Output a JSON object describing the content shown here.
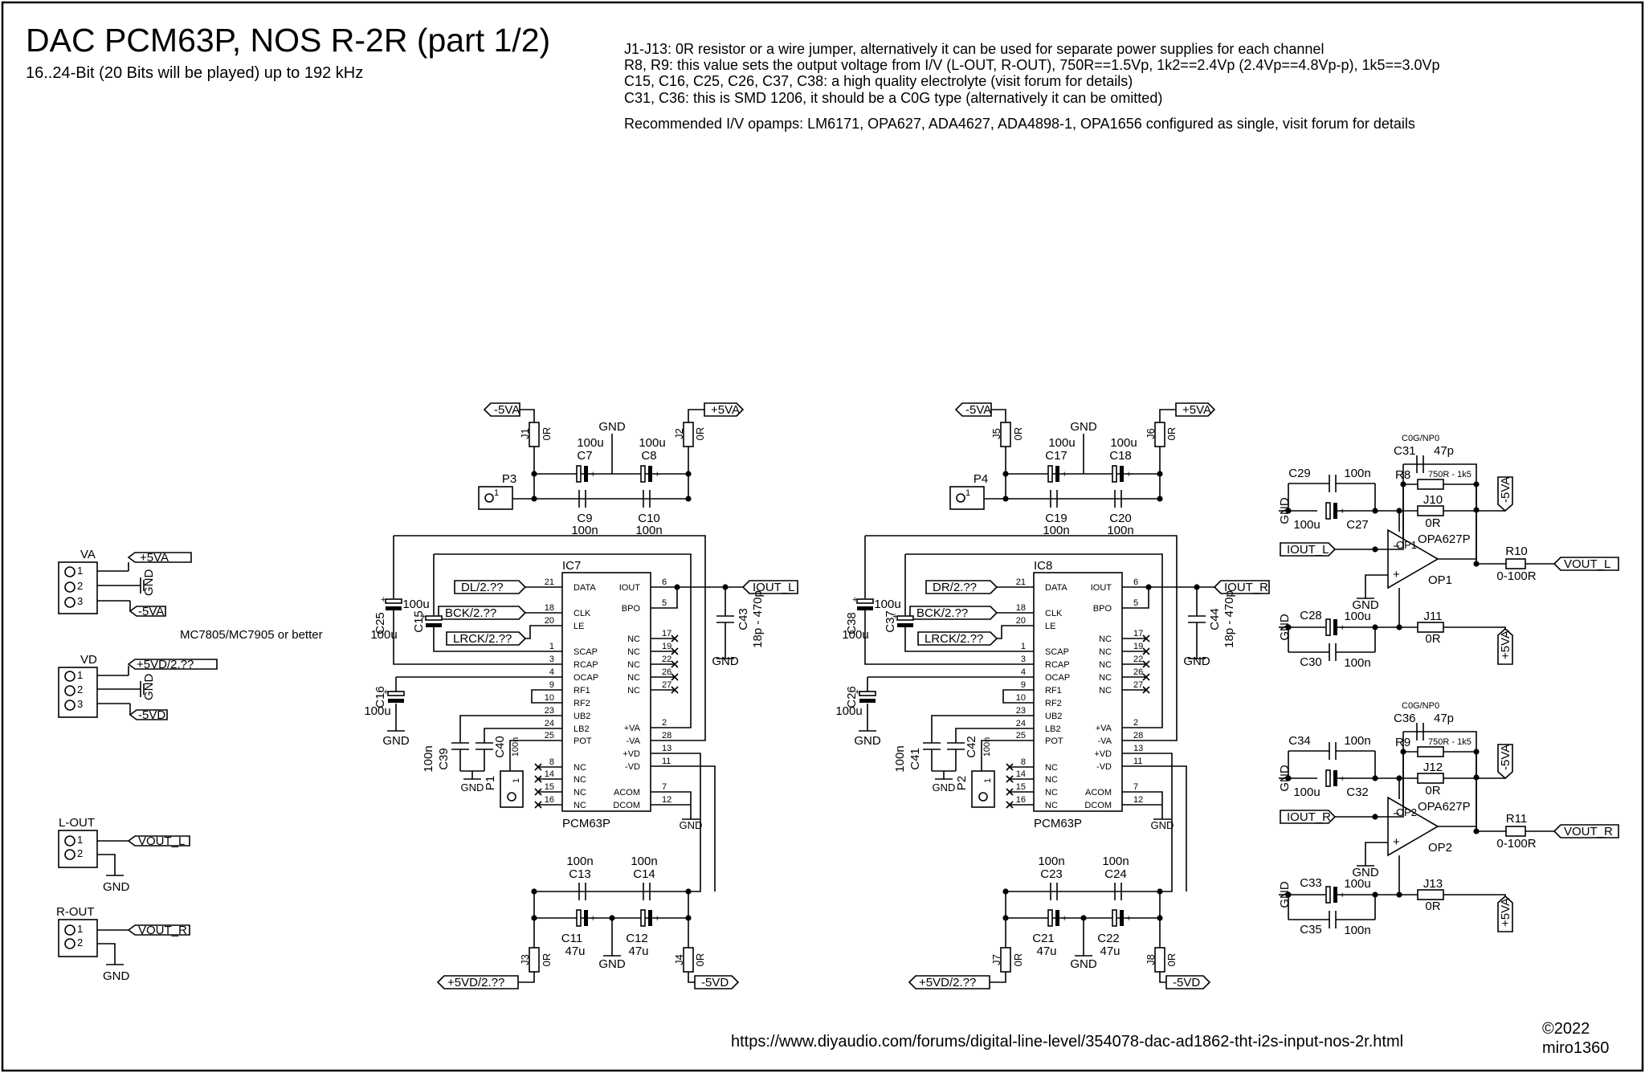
{
  "header": {
    "title": "DAC PCM63P, NOS R-2R (part 1/2)",
    "subtitle": "16..24-Bit (20 Bits will be played) up to 192 kHz",
    "notes": [
      "J1-J13: 0R resistor or a wire jumper, alternatively it can be used for separate power supplies for each channel",
      "R8, R9: this value sets the output voltage from I/V (L-OUT, R-OUT), 750R==1.5Vp, 1k2==2.4Vp (2.4Vp==4.8Vp-p), 1k5==3.0Vp",
      "C15, C16, C25, C26, C37, C38: a high quality electrolyte (visit forum for details)",
      "C31, C36: this is SMD 1206, it should be a C0G type (alternatively it can be omitted)",
      "Recommended I/V opamps: LM6171, OPA627, ADA4627, ADA4898-1, OPA1656 configured as single, visit forum for details"
    ]
  },
  "footer": {
    "url": "https://www.diyaudio.com/forums/digital-line-level/354078-dac-ad1862-tht-i2s-input-nos-2r.html",
    "copyright": "©2022",
    "author": "miro1360"
  },
  "connectors": {
    "va": {
      "name": "VA",
      "pins": [
        "1",
        "2",
        "3"
      ],
      "nets": [
        "+5VA",
        "GND",
        "-5VA"
      ]
    },
    "vd": {
      "name": "VD",
      "pins": [
        "1",
        "2",
        "3"
      ],
      "nets": [
        "+5VD/2.??",
        "GND",
        "-5VD"
      ]
    },
    "regulator_note": "MC7805/MC7905 or better",
    "lout": {
      "name": "L-OUT",
      "pins": [
        "1",
        "2"
      ],
      "net": "VOUT_L",
      "gnd": "GND"
    },
    "rout": {
      "name": "R-OUT",
      "pins": [
        "1",
        "2"
      ],
      "net": "VOUT_R",
      "gnd": "GND"
    }
  },
  "dac_left": {
    "ic": "IC7",
    "part": "PCM63P",
    "pins_left": [
      {
        "num": "21",
        "name": "DATA"
      },
      {
        "num": "18",
        "name": "CLK"
      },
      {
        "num": "20",
        "name": "LE"
      },
      {
        "num": "1",
        "name": "SCAP"
      },
      {
        "num": "3",
        "name": "RCAP"
      },
      {
        "num": "4",
        "name": "OCAP"
      },
      {
        "num": "9",
        "name": "RF1"
      },
      {
        "num": "10",
        "name": "RF2"
      },
      {
        "num": "23",
        "name": "UB2"
      },
      {
        "num": "24",
        "name": "LB2"
      },
      {
        "num": "25",
        "name": "POT"
      },
      {
        "num": "8",
        "name": "NC"
      },
      {
        "num": "14",
        "name": "NC"
      },
      {
        "num": "15",
        "name": "NC"
      },
      {
        "num": "16",
        "name": "NC"
      }
    ],
    "pins_right": [
      {
        "num": "6",
        "name": "IOUT"
      },
      {
        "num": "5",
        "name": "BPO"
      },
      {
        "num": "17",
        "name": "NC"
      },
      {
        "num": "19",
        "name": "NC"
      },
      {
        "num": "22",
        "name": "NC"
      },
      {
        "num": "26",
        "name": "NC"
      },
      {
        "num": "27",
        "name": "NC"
      },
      {
        "num": "2",
        "name": "+VA"
      },
      {
        "num": "28",
        "name": "-VA"
      },
      {
        "num": "13",
        "name": "+VD"
      },
      {
        "num": "11",
        "name": "-VD"
      },
      {
        "num": "7",
        "name": "ACOM"
      },
      {
        "num": "12",
        "name": "DCOM"
      }
    ],
    "inputs": [
      "DL/2.??",
      "BCK/2.??",
      "LRCK/2.??"
    ],
    "output": "IOUT_L",
    "rails": {
      "neg": "-5VA",
      "pos": "+5VA",
      "vd_pos": "+5VD/2.??",
      "vd_neg": "-5VD"
    },
    "parts": {
      "j_a": {
        "ref": "J1",
        "val": "0R"
      },
      "j_b": {
        "ref": "J2",
        "val": "0R"
      },
      "j_c": {
        "ref": "J3",
        "val": "0R"
      },
      "j_d": {
        "ref": "J4",
        "val": "0R"
      },
      "ce1": {
        "ref": "C7",
        "val": "100u"
      },
      "ce2": {
        "ref": "C8",
        "val": "100u"
      },
      "cc1": {
        "ref": "C9",
        "val": "100n"
      },
      "cc2": {
        "ref": "C10",
        "val": "100n"
      },
      "p_top": "P3",
      "p_bot": "P1",
      "c_side1": {
        "ref": "C25",
        "val": "100u"
      },
      "c_side2": {
        "ref": "C15",
        "val": "100u"
      },
      "c_side3": {
        "ref": "C16",
        "val": "100u"
      },
      "c_lb1": {
        "ref": "C39",
        "val": "100n"
      },
      "c_lb2": {
        "ref": "C40",
        "val": "100n"
      },
      "c_out": {
        "ref": "C43",
        "val": "18p - 470p"
      },
      "cd1": {
        "ref": "C13",
        "val": "100n"
      },
      "cd2": {
        "ref": "C14",
        "val": "100n"
      },
      "cde1": {
        "ref": "C11",
        "val": "47u"
      },
      "cde2": {
        "ref": "C12",
        "val": "47u"
      }
    }
  },
  "dac_right": {
    "ic": "IC8",
    "part": "PCM63P",
    "inputs": [
      "DR/2.??",
      "BCK/2.??",
      "LRCK/2.??"
    ],
    "output": "IOUT_R",
    "rails": {
      "neg": "-5VA",
      "pos": "+5VA",
      "vd_pos": "+5VD/2.??",
      "vd_neg": "-5VD"
    },
    "parts": {
      "j_a": {
        "ref": "J5",
        "val": "0R"
      },
      "j_b": {
        "ref": "J6",
        "val": "0R"
      },
      "j_c": {
        "ref": "J7",
        "val": "0R"
      },
      "j_d": {
        "ref": "J8",
        "val": "0R"
      },
      "ce1": {
        "ref": "C17",
        "val": "100u"
      },
      "ce2": {
        "ref": "C18",
        "val": "100u"
      },
      "cc1": {
        "ref": "C19",
        "val": "100n"
      },
      "cc2": {
        "ref": "C20",
        "val": "100n"
      },
      "p_top": "P4",
      "p_bot": "P2",
      "c_side1": {
        "ref": "C38",
        "val": "100u"
      },
      "c_side2": {
        "ref": "C37",
        "val": "100u"
      },
      "c_side3": {
        "ref": "C26",
        "val": "100u"
      },
      "c_lb1": {
        "ref": "C41",
        "val": "100n"
      },
      "c_lb2": {
        "ref": "C42",
        "val": "100n"
      },
      "c_out": {
        "ref": "C44",
        "val": "18p - 470p"
      },
      "cd1": {
        "ref": "C23",
        "val": "100n"
      },
      "cd2": {
        "ref": "C24",
        "val": "100n"
      },
      "cde1": {
        "ref": "C21",
        "val": "47u"
      },
      "cde2": {
        "ref": "C22",
        "val": "47u"
      }
    }
  },
  "iv_left": {
    "op": "OP1",
    "part": "OPA627P",
    "cf": {
      "ref": "C31",
      "val": "47p",
      "type": "C0G/NP0"
    },
    "rf": {
      "ref": "R8",
      "val": "750R - 1k5"
    },
    "ro": {
      "ref": "R10",
      "val": "0-100R"
    },
    "j_top": {
      "ref": "J10",
      "val": "0R"
    },
    "j_bot": {
      "ref": "J11",
      "val": "0R"
    },
    "c_top_e": {
      "ref": "C27",
      "val": "100u"
    },
    "c_top_c": {
      "ref": "C29",
      "val": "100n"
    },
    "c_bot_e": {
      "ref": "C28",
      "val": "100u"
    },
    "c_bot_c": {
      "ref": "C30",
      "val": "100n"
    },
    "input": "IOUT_L",
    "output": "VOUT_L",
    "neg_rail": "-5VA",
    "pos_rail": "+5VA"
  },
  "iv_right": {
    "op": "OP2",
    "part": "OPA627P",
    "cf": {
      "ref": "C36",
      "val": "47p",
      "type": "C0G/NP0"
    },
    "rf": {
      "ref": "R9",
      "val": "750R - 1k5"
    },
    "ro": {
      "ref": "R11",
      "val": "0-100R"
    },
    "j_top": {
      "ref": "J12",
      "val": "0R"
    },
    "j_bot": {
      "ref": "J13",
      "val": "0R"
    },
    "c_top_e": {
      "ref": "C32",
      "val": "100u"
    },
    "c_top_c": {
      "ref": "C34",
      "val": "100n"
    },
    "c_bot_e": {
      "ref": "C33",
      "val": "100u"
    },
    "c_bot_c": {
      "ref": "C35",
      "val": "100n"
    },
    "input": "IOUT_R",
    "output": "VOUT_R",
    "neg_rail": "-5VA",
    "pos_rail": "+5VA"
  },
  "labels": {
    "gnd": "GND",
    "pin1": "1"
  }
}
